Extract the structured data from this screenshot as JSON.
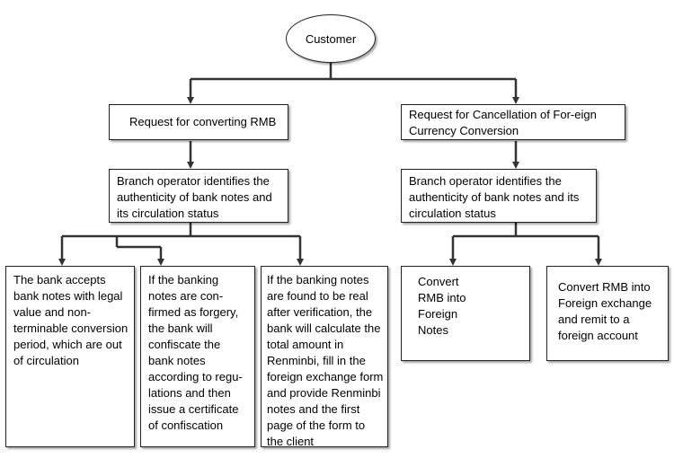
{
  "nodes": {
    "customer": "Customer",
    "request_rmb": "Request for converting RMB",
    "request_cancel": "Request for Cancellation of For-eign Currency Conversion",
    "branch_left": "Branch operator identifies the authenticity of bank notes and its circulation status",
    "branch_right": "Branch operator identifies the authenticity of bank notes and its circulation status",
    "accept": "The bank accepts bank notes with legal value and non-terminable conversion period, which are out of circulation",
    "forgery": "If the banking notes are con-firmed as forgery, the bank will confiscate the bank notes according to regu-lations and then issue a certificate of confiscation",
    "real": "If the banking notes are found to be real after verification, the bank will calculate the total amount in Renminbi, fill in the foreign exchange form and provide Renminbi notes and the first page of the form to the client",
    "convert_notes": "Convert RMB into Foreign Notes",
    "convert_remit": "Convert RMB into Foreign exchange and remit to a foreign account"
  }
}
